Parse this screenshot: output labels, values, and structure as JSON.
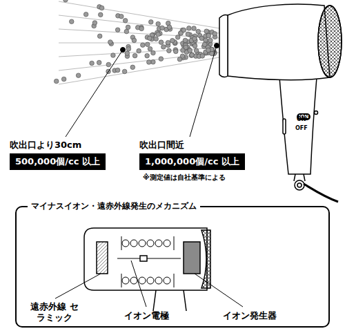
{
  "diagram": {
    "nodes": [
      {
        "text": [
          "吹出口より30cm",
          "500,000個/cc 以上"
        ]
      },
      {
        "text": [
          "吹出口間近",
          "1,000,000個/cc 以上"
        ]
      },
      {
        "text": [
          "ION"
        ]
      },
      {
        "text": [
          "マイナスイオン・遠赤外線発生のメカニズム"
        ]
      }
    ],
    "labels": [
      "ON",
      "OFF",
      "※測定値は自社基準による",
      "遠赤外線 セラミック",
      "イオン電極",
      "イオン発生器"
    ]
  }
}
